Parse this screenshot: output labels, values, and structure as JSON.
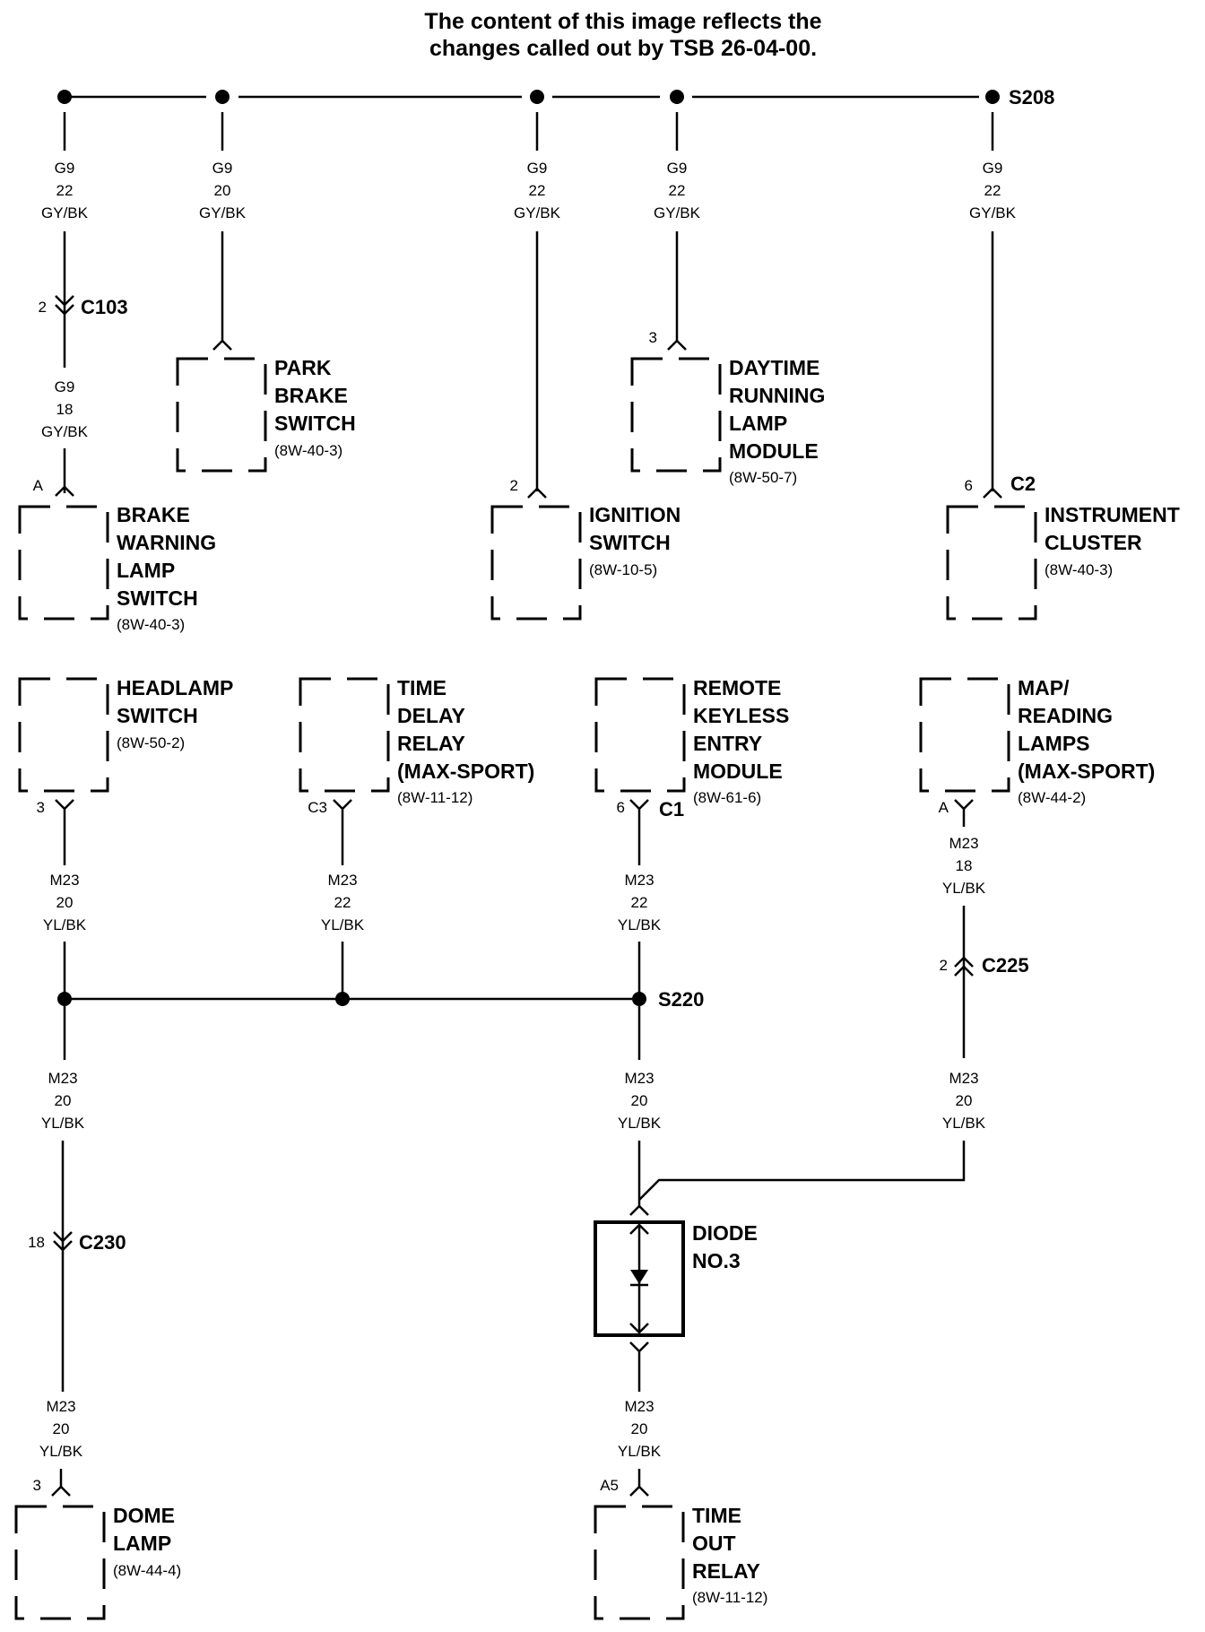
{
  "title_lines": [
    "The content of this image reflects the",
    "changes called out by TSB 26-04-00."
  ],
  "splices": {
    "top": "S208",
    "bottom": "S220"
  },
  "wires": {
    "w_g9_1": [
      "G9",
      "22",
      "GY/BK"
    ],
    "w_g9_2": [
      "G9",
      "20",
      "GY/BK"
    ],
    "w_g9_3": [
      "G9",
      "22",
      "GY/BK"
    ],
    "w_g9_4": [
      "G9",
      "22",
      "GY/BK"
    ],
    "w_g9_5": [
      "G9",
      "22",
      "GY/BK"
    ],
    "w_g9_6": [
      "G9",
      "18",
      "GY/BK"
    ],
    "w_m23_1": [
      "M23",
      "20",
      "YL/BK"
    ],
    "w_m23_2": [
      "M23",
      "22",
      "YL/BK"
    ],
    "w_m23_3": [
      "M23",
      "22",
      "YL/BK"
    ],
    "w_m23_4": [
      "M23",
      "18",
      "YL/BK"
    ],
    "w_m23_5": [
      "M23",
      "20",
      "YL/BK"
    ],
    "w_m23_6": [
      "M23",
      "20",
      "YL/BK"
    ],
    "w_m23_7": [
      "M23",
      "20",
      "YL/BK"
    ],
    "w_m23_8": [
      "M23",
      "20",
      "YL/BK"
    ],
    "w_m23_9": [
      "M23",
      "20",
      "YL/BK"
    ]
  },
  "inline_connectors": {
    "c103": {
      "pin": "2",
      "name": "C103"
    },
    "c225": {
      "pin": "2",
      "name": "C225"
    },
    "c230": {
      "pin": "18",
      "name": "C230"
    }
  },
  "components": {
    "brake_warning_lamp_switch": {
      "lines": [
        "BRAKE",
        "WARNING",
        "LAMP",
        "SWITCH"
      ],
      "ref": "(8W-40-3)",
      "pin": "A",
      "connector": ""
    },
    "park_brake_switch": {
      "lines": [
        "PARK",
        "BRAKE",
        "SWITCH"
      ],
      "ref": "(8W-40-3)",
      "pin": "",
      "connector": ""
    },
    "ignition_switch": {
      "lines": [
        "IGNITION",
        "SWITCH"
      ],
      "ref": "(8W-10-5)",
      "pin": "2",
      "connector": ""
    },
    "daytime_running_lamp_module": {
      "lines": [
        "DAYTIME",
        "RUNNING",
        "LAMP",
        "MODULE"
      ],
      "ref": "(8W-50-7)",
      "pin": "3",
      "connector": ""
    },
    "instrument_cluster": {
      "lines": [
        "INSTRUMENT",
        "CLUSTER"
      ],
      "ref": "(8W-40-3)",
      "pin": "6",
      "connector": "C2"
    },
    "headlamp_switch": {
      "lines": [
        "HEADLAMP",
        "SWITCH"
      ],
      "ref": "(8W-50-2)",
      "pin": "3",
      "connector": ""
    },
    "time_delay_relay": {
      "lines": [
        "TIME",
        "DELAY",
        "RELAY",
        "(MAX-SPORT)"
      ],
      "ref": "(8W-11-12)",
      "pin": "C3",
      "connector": ""
    },
    "remote_keyless_entry_module": {
      "lines": [
        "REMOTE",
        "KEYLESS",
        "ENTRY",
        "MODULE"
      ],
      "ref": "(8W-61-6)",
      "pin": "6",
      "connector": "C1"
    },
    "map_reading_lamps": {
      "lines": [
        "MAP/",
        "READING",
        "LAMPS",
        "(MAX-SPORT)"
      ],
      "ref": "(8W-44-2)",
      "pin": "A",
      "connector": ""
    },
    "diode_no3": {
      "lines": [
        "DIODE",
        "NO.3"
      ],
      "ref": "",
      "pin": "",
      "connector": ""
    },
    "dome_lamp": {
      "lines": [
        "DOME",
        "LAMP"
      ],
      "ref": "(8W-44-4)",
      "pin": "3",
      "connector": ""
    },
    "time_out_relay": {
      "lines": [
        "TIME",
        "OUT",
        "RELAY"
      ],
      "ref": "(8W-11-12)",
      "pin": "A5",
      "connector": ""
    }
  }
}
